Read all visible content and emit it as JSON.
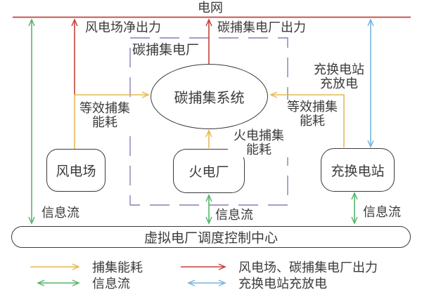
{
  "colors": {
    "red": "#c5413a",
    "yellow": "#e4ba52",
    "green": "#57b46c",
    "blue": "#76b4df",
    "purple": "#8a7cba",
    "stroke": "#3a3a3a"
  },
  "top": {
    "grid_label": "电网"
  },
  "nodes": {
    "ccpp_group_label": "碳捕集电厂",
    "capture_system": "碳捕集系统",
    "wind_farm": "风电场",
    "thermal_plant": "火电厂",
    "charging_station": "充换电站",
    "vpp_center": "虚拟电厂调度控制中心"
  },
  "flow_labels": {
    "wind_net_output": "风电场净出力",
    "ccpp_output": "碳捕集电厂出力",
    "station_charge_discharge": "充换电站\n充放电",
    "equiv_capture_left": "等效捕集\n能耗",
    "equiv_capture_right": "等效捕集\n能耗",
    "thermal_capture": "火电捕集\n能耗",
    "info_flow_left": "信息流",
    "info_flow_middle": "信息流",
    "info_flow_right": "信息流"
  },
  "legend": [
    {
      "color": "#e4ba52",
      "double": false,
      "label": "捕集能耗"
    },
    {
      "color": "#c5413a",
      "double": false,
      "label": "风电场、碳捕集电厂出力"
    },
    {
      "color": "#57b46c",
      "double": true,
      "label": "信息流"
    },
    {
      "color": "#76b4df",
      "double": true,
      "label": "充换电站充放电"
    }
  ]
}
